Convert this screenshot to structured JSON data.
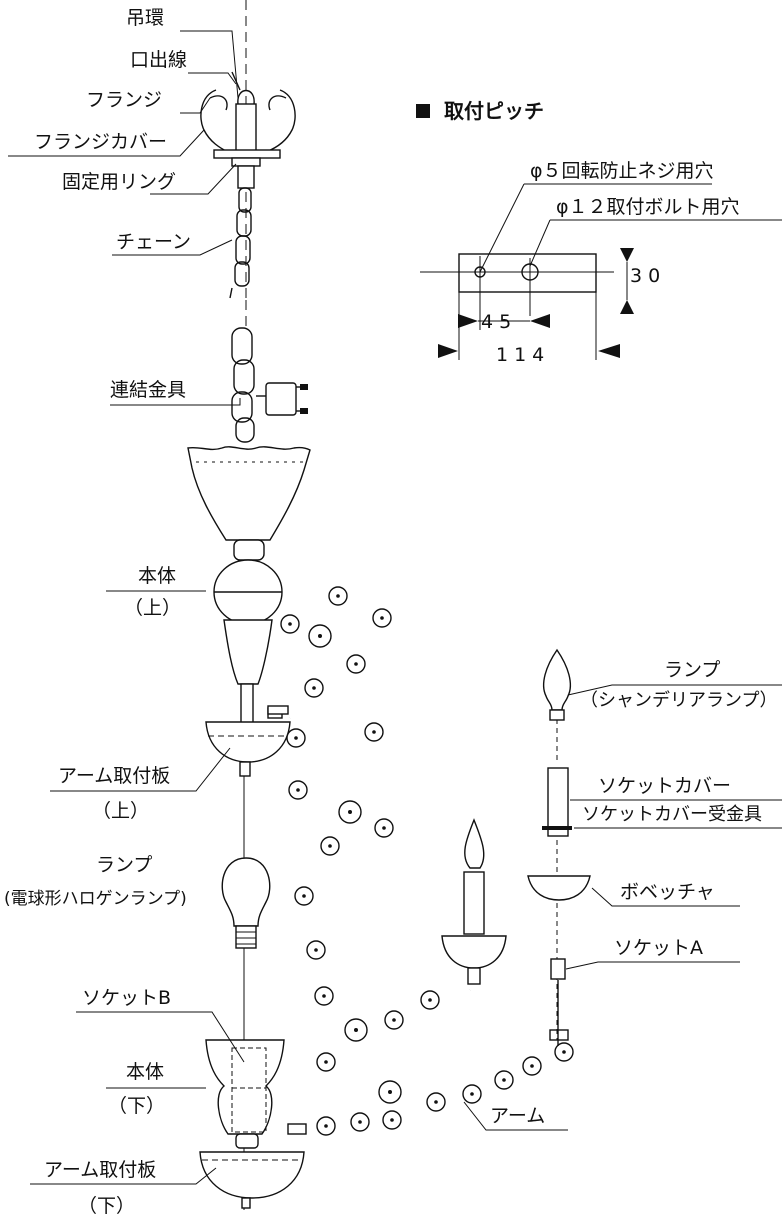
{
  "labels": {
    "hanger": "吊環",
    "outlet_wire": "口出線",
    "flange": "フランジ",
    "flange_cover": "フランジカバー",
    "fixing_ring": "固定用リング",
    "chain": "チェーン",
    "coupling": "連結金具",
    "body_upper": "本体",
    "body_upper_sub": "（上）",
    "arm_plate_upper": "アーム取付板",
    "arm_plate_upper_sub": "（上）",
    "lamp_mid": "ランプ",
    "lamp_mid_sub": "(電球形ハロゲンランプ)",
    "socket_b": "ソケットB",
    "body_lower": "本体",
    "body_lower_sub": "（下）",
    "arm_plate_lower": "アーム取付板",
    "arm_plate_lower_sub": "（下）",
    "lamp_right": "ランプ",
    "lamp_right_sub": "（シャンデリアランプ）",
    "socket_cover": "ソケットカバー",
    "socket_cover_bracket": "ソケットカバー受金具",
    "bobeche": "ボベッチャ",
    "socket_a": "ソケットA",
    "arm": "アーム"
  },
  "pitch": {
    "title": "取付ピッチ",
    "hole_small": "φ５回転防止ネジ用穴",
    "hole_large": "φ１２取付ボルト用穴",
    "dim_height": "30",
    "dim_pitch": "45",
    "dim_width": "114"
  }
}
